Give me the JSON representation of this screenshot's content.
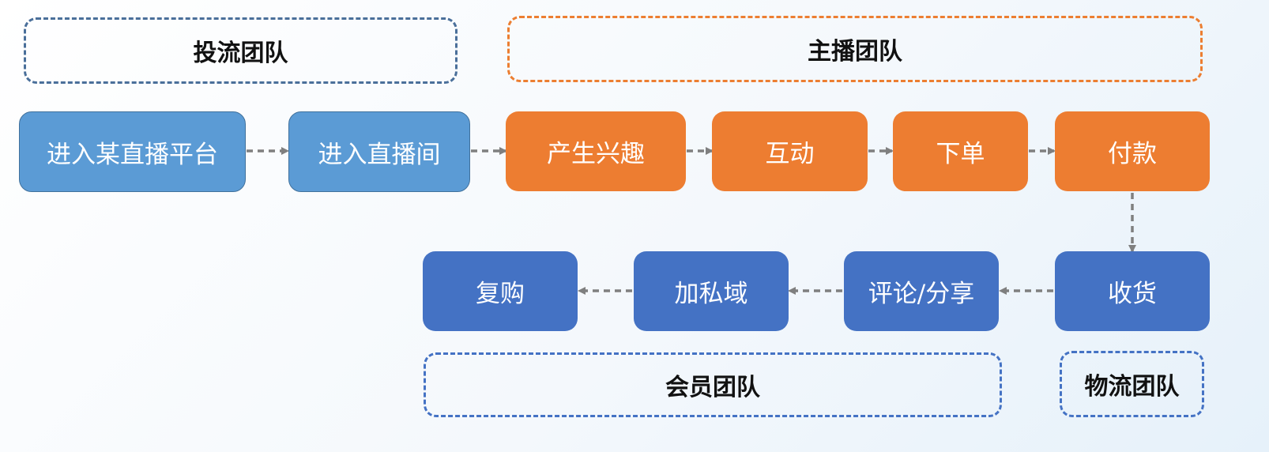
{
  "teams": {
    "traffic": "投流团队",
    "anchor": "主播团队",
    "member": "会员团队",
    "logistics": "物流团队"
  },
  "steps": {
    "enter_platform": "进入某直播平台",
    "enter_room": "进入直播间",
    "interest": "产生兴趣",
    "interact": "互动",
    "order": "下单",
    "pay": "付款",
    "receive": "收货",
    "review_share": "评论/分享",
    "private_domain": "加私域",
    "repurchase": "复购"
  },
  "colors": {
    "light_blue": "#5b9bd5",
    "orange": "#ed7d31",
    "dark_blue": "#4472c4",
    "arrow": "#7f7f7f"
  }
}
